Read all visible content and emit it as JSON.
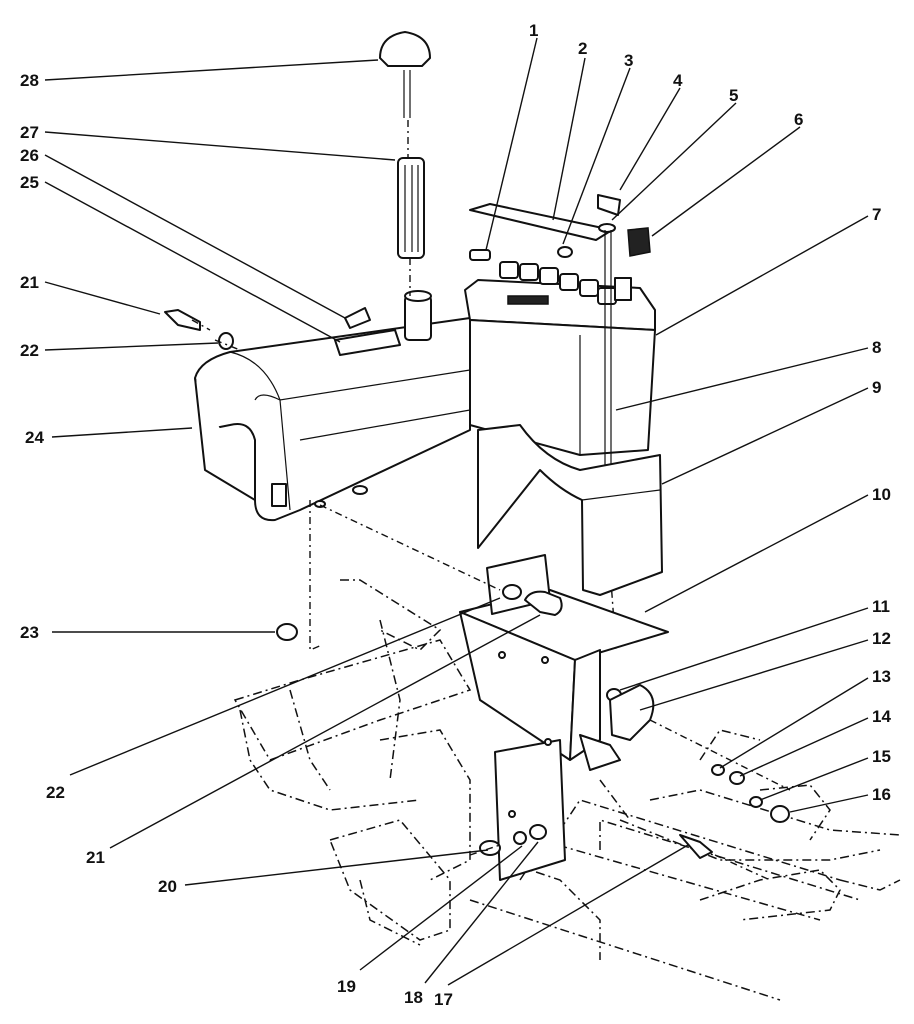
{
  "diagram": {
    "callouts": [
      {
        "id": "1",
        "label": "1"
      },
      {
        "id": "2",
        "label": "2"
      },
      {
        "id": "3",
        "label": "3"
      },
      {
        "id": "4",
        "label": "4"
      },
      {
        "id": "5",
        "label": "5"
      },
      {
        "id": "6",
        "label": "6"
      },
      {
        "id": "7",
        "label": "7"
      },
      {
        "id": "8",
        "label": "8"
      },
      {
        "id": "9",
        "label": "9"
      },
      {
        "id": "10",
        "label": "10"
      },
      {
        "id": "11",
        "label": "11"
      },
      {
        "id": "12",
        "label": "12"
      },
      {
        "id": "13",
        "label": "13"
      },
      {
        "id": "14",
        "label": "14"
      },
      {
        "id": "15",
        "label": "15"
      },
      {
        "id": "16",
        "label": "16"
      },
      {
        "id": "17",
        "label": "17"
      },
      {
        "id": "18",
        "label": "18"
      },
      {
        "id": "19",
        "label": "19"
      },
      {
        "id": "20",
        "label": "20"
      },
      {
        "id": "21a",
        "label": "21"
      },
      {
        "id": "21b",
        "label": "21"
      },
      {
        "id": "22a",
        "label": "22"
      },
      {
        "id": "22b",
        "label": "22"
      },
      {
        "id": "23",
        "label": "23"
      },
      {
        "id": "24",
        "label": "24"
      },
      {
        "id": "25",
        "label": "25"
      },
      {
        "id": "26",
        "label": "26"
      },
      {
        "id": "27",
        "label": "27"
      },
      {
        "id": "28",
        "label": "28"
      }
    ]
  }
}
